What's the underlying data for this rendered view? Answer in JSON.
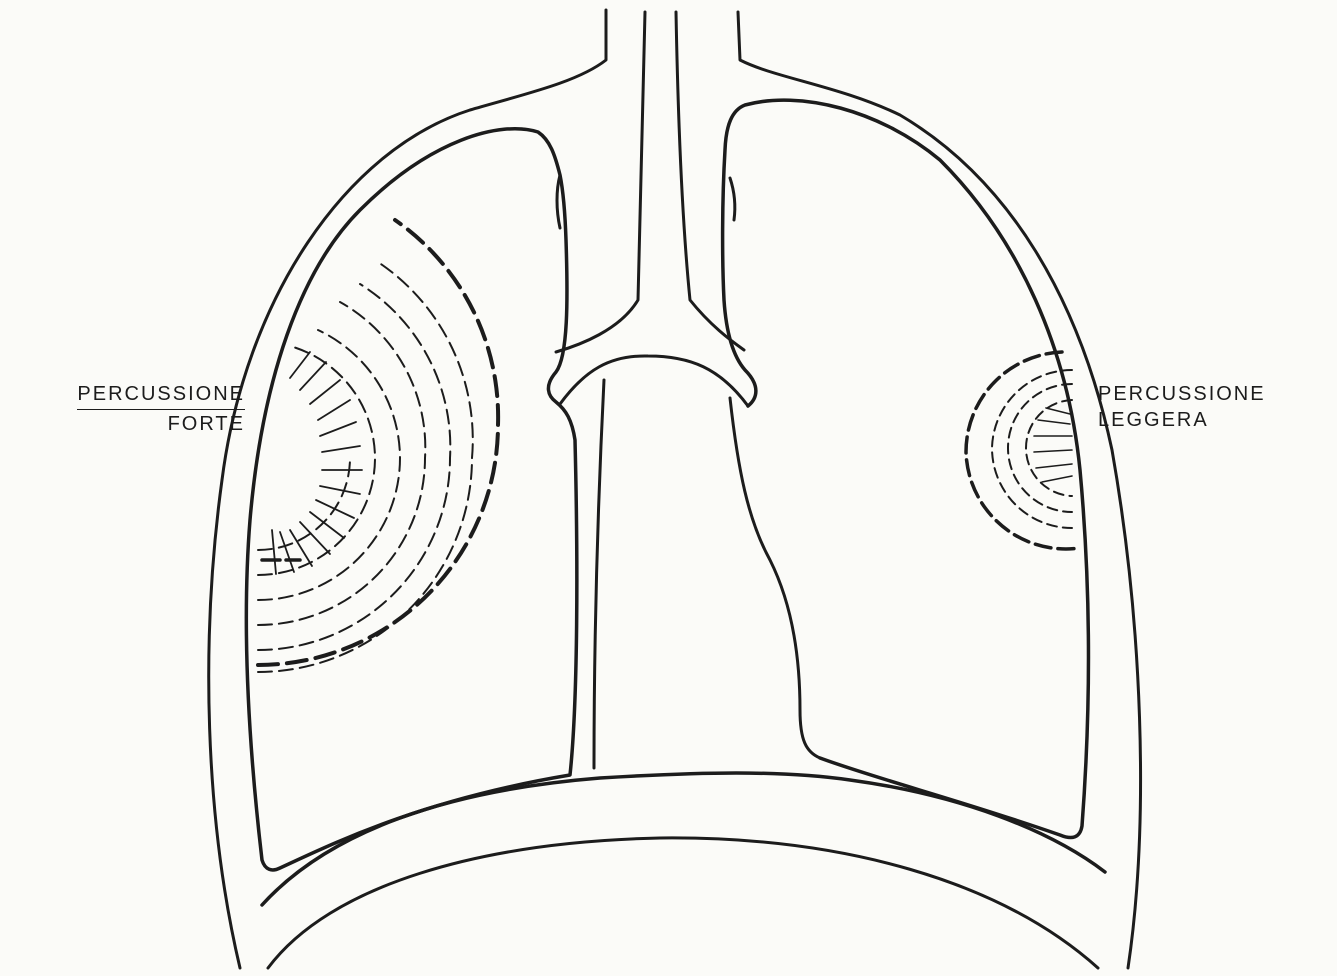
{
  "labels": {
    "left": {
      "line1": "PERCUSSIONE",
      "line2": "FORTE"
    },
    "right": {
      "line1": "PERCUSSIONE",
      "line2": "LEGGERA"
    }
  },
  "colors": {
    "ink": "#1c1c1c",
    "paper": "#fbfbf8"
  }
}
